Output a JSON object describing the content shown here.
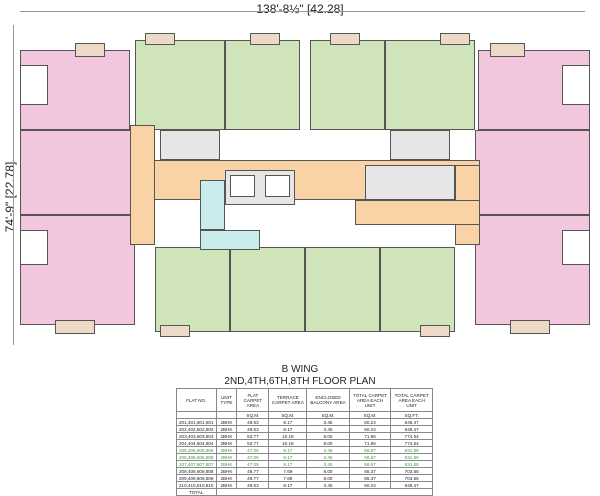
{
  "dimensions": {
    "width": "138'-8½\" [42.28]",
    "height": "74'-9\" [22.78]"
  },
  "title": "B WING",
  "subtitle": "2ND,4TH,6TH,8TH FLOOR PLAN",
  "colors": {
    "bedroom_units_pink": "#f2c6dd",
    "units_green": "#cfe5b9",
    "passage_orange": "#f9d2a6",
    "terrace_tan": "#ecd9c6"
  },
  "table": {
    "headers": [
      "FLAT NO.",
      "UNIT TYPE",
      "FLAT CARPET AREA",
      "TERRACE CARPET AREA",
      "ENCLOSED BALCONY AREA",
      "TOTAL CARPET AREA EACH UNIT",
      "TOTAL CARPET AREA EACH UNIT"
    ],
    "units": [
      "",
      "",
      "SQ.M.",
      "SQ.M.",
      "SQ.M.",
      "SQ.M.",
      "SQ.FT."
    ],
    "rows": [
      [
        "201,401,601,801",
        "2BHK",
        "48.63",
        "8.17",
        "3.45",
        "60.24",
        "648.47"
      ],
      [
        "202,402,602,802",
        "2BHK",
        "48.63",
        "8.17",
        "3.45",
        "60.24",
        "648.47"
      ],
      [
        "203,403,603,803",
        "2BHK",
        "53.77",
        "10.18",
        "8.00",
        "71.96",
        "774.54"
      ],
      [
        "204,404,604,804",
        "2BHK",
        "53.77",
        "10.18",
        "8.00",
        "71.96",
        "774.54"
      ],
      [
        "205,405,605,805",
        "2BHK",
        "47.05",
        "8.17",
        "3.45",
        "58.67",
        "631.58"
      ],
      [
        "206,406,606,806",
        "2BHK",
        "47.05",
        "8.17",
        "3.45",
        "58.67",
        "631.58"
      ],
      [
        "207,407,607,807",
        "2BHK",
        "47.05",
        "8.17",
        "3.45",
        "58.67",
        "631.58"
      ],
      [
        "208,408,608,808",
        "2BHK",
        "48.77",
        "7.69",
        "8.00",
        "65.37",
        "703.66"
      ],
      [
        "209,409,609,809",
        "2BHK",
        "48.77",
        "7.69",
        "8.00",
        "65.37",
        "703.66"
      ],
      [
        "210,410,610,810",
        "2BHK",
        "48.63",
        "8.17",
        "3.45",
        "60.24",
        "648.47"
      ]
    ],
    "total_label": "TOTAL"
  }
}
